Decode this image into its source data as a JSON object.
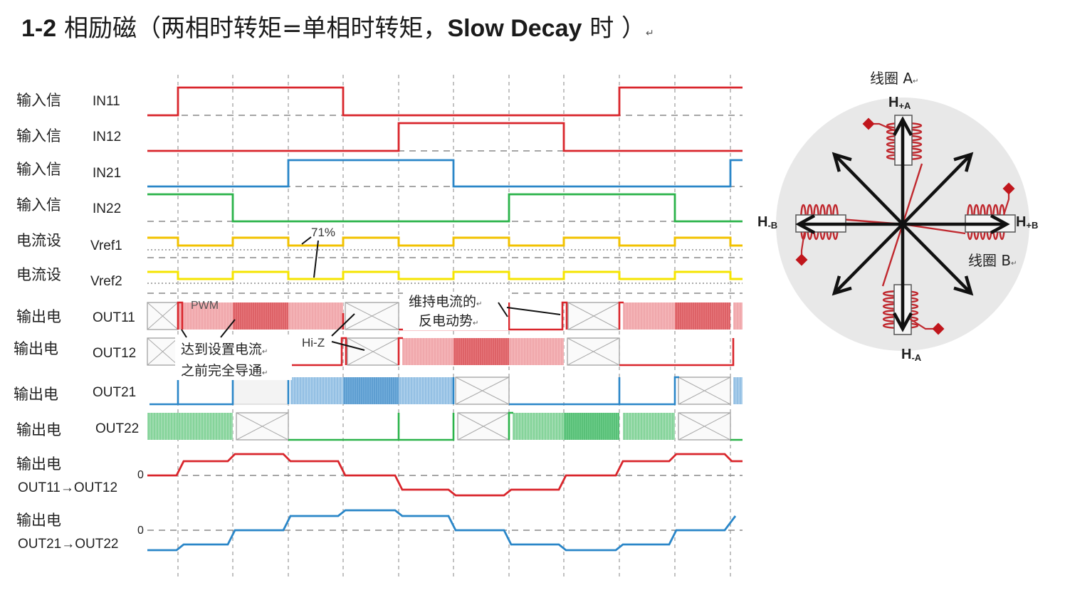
{
  "title": {
    "prefix": "1-2",
    "text": " 相励磁（两相时转矩=单相时转矩，",
    "bold": "Slow Decay",
    "suffix": " 时 ）",
    "mark": "↵"
  },
  "rows": [
    {
      "label": "输入信",
      "signal": "IN11"
    },
    {
      "label": "输入信",
      "signal": "IN12"
    },
    {
      "label": "输入信",
      "signal": "IN21"
    },
    {
      "label": "输入信",
      "signal": "IN22"
    },
    {
      "label": "电流设",
      "signal": "Vref1"
    },
    {
      "label": "电流设",
      "signal": "Vref2"
    },
    {
      "label": "输出电",
      "signal": "OUT11"
    },
    {
      "label": "输出电",
      "signal": "OUT12"
    },
    {
      "label": "输出电",
      "signal": "OUT21"
    },
    {
      "label": "输出电",
      "signal": "OUT22"
    },
    {
      "label": "输出电",
      "signal": "OUT11→OUT12"
    },
    {
      "label": "输出电",
      "signal": "OUT21→OUT22"
    }
  ],
  "annotations": {
    "pct": "71%",
    "pwm": "PWM",
    "hiz": "Hi-Z",
    "hold_line1": "维持电流的",
    "hold_line2": "反电动势",
    "full_line1": "达到设置电流",
    "full_line2": "之前完全导通",
    "zero1": "0",
    "zero2": "0",
    "mark": "↵"
  },
  "motor": {
    "coil_a": "线圈 A",
    "coil_b": "线圈 B",
    "h_plus_a": "H",
    "h_plus_a_sub": "+A",
    "h_minus_a": "H",
    "h_minus_a_sub": "-A",
    "h_plus_b": "H",
    "h_plus_b_sub": "+B",
    "h_minus_b": "H",
    "h_minus_b_sub": "-B",
    "mark": "↵"
  },
  "colors": {
    "red": "#d9262c",
    "blue": "#2a86c8",
    "green": "#2bb34a",
    "yellow": "#f2c200",
    "yellow2": "#f5e400",
    "pink": "#f4b3b6",
    "lightblue": "#a9cdea",
    "lightgreen": "#9fdcb0",
    "grid": "#9a9a9a",
    "circle": "#e8e8e8"
  }
}
